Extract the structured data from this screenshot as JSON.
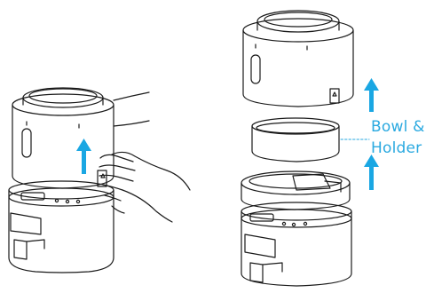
{
  "callout": {
    "label_line1": "Bowl &",
    "label_line2": "Holder"
  },
  "colors": {
    "outline": "#1a1a1a",
    "accent_arrow": "#1aa7e3",
    "label": "#2aa9e0",
    "background": "#ffffff"
  },
  "icons": [
    "up-arrow-icon",
    "hand-illustration",
    "feeder-device-illustration"
  ]
}
